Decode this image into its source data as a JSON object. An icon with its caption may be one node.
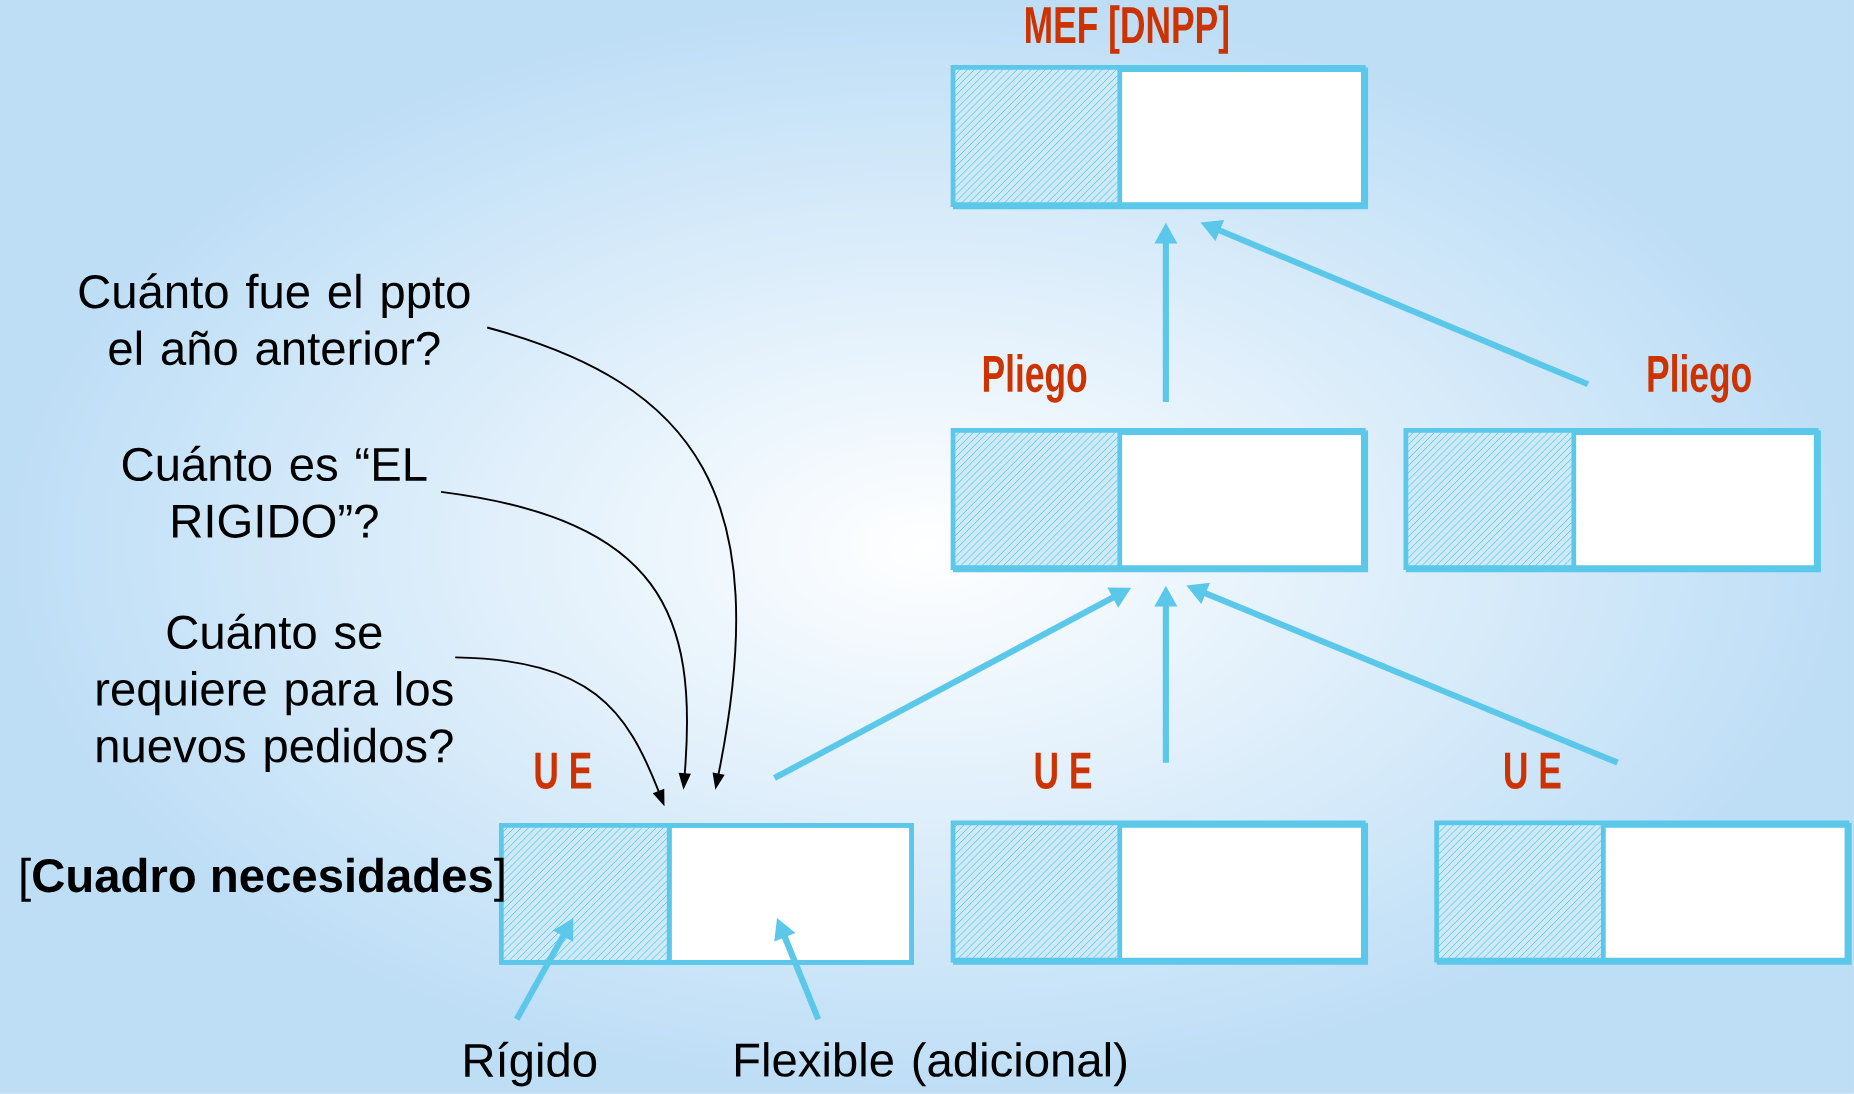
{
  "diagram": {
    "nodes": [
      {
        "text": [
          "MEF [DNPP]"
        ]
      },
      {
        "text": [
          "Pliego"
        ]
      },
      {
        "text": [
          "Pliego"
        ]
      },
      {
        "text": [
          "U E"
        ]
      },
      {
        "text": [
          "U E"
        ]
      },
      {
        "text": [
          "U E"
        ]
      },
      {
        "text": [],
        "shape": "box",
        "in": 3
      },
      {
        "text": [],
        "shape": "box",
        "in": 3
      },
      {
        "text": [
          "Cuánto fue el ppto el año anterior?"
        ]
      },
      {
        "text": [
          "Cuánto es “EL RIGIDO”?"
        ]
      },
      {
        "text": [
          "Cuánto se requiere para los nuevos pedidos?"
        ]
      },
      {
        "text": [
          "Rígido"
        ]
      },
      {
        "text": [
          "Flexible (adicional)"
        ]
      }
    ],
    "edges": [
      {
        "from": 1,
        "to": 0,
        "arrow": "to"
      },
      {
        "from": 2,
        "to": 0,
        "arrow": "to"
      },
      {
        "from": 3,
        "to": 1,
        "arrow": "to"
      },
      {
        "from": 4,
        "to": 1,
        "arrow": "to"
      },
      {
        "from": 5,
        "to": 1,
        "arrow": "to"
      },
      {
        "from": 8,
        "to": 3,
        "arrow": "to",
        "color": "#000000"
      },
      {
        "from": 9,
        "to": 3,
        "arrow": "to",
        "color": "#000000"
      },
      {
        "from": 10,
        "to": 3,
        "arrow": "to",
        "color": "#000000"
      },
      {
        "from": 11,
        "to": 6,
        "arrow": "to"
      },
      {
        "from": 12,
        "to": 7,
        "arrow": "to"
      }
    ],
    "labels": [
      "[**Cuadro necesidades**]"
    ]
  }
}
